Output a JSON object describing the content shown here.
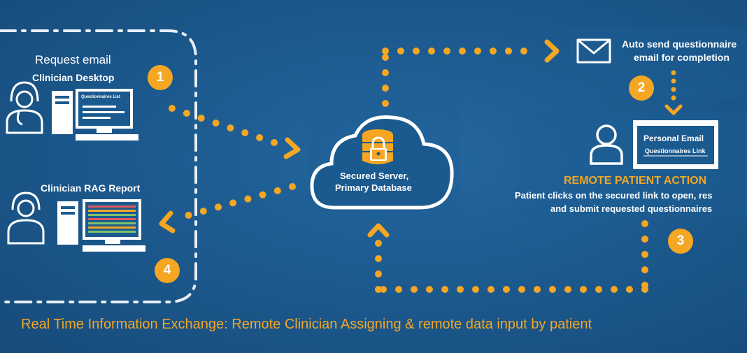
{
  "clinician": {
    "request_email": "Request email",
    "desktop_label": "Clinician Desktop",
    "screen_list_label": "Questionnaires List",
    "rag_report_label": "Clinician RAG Report"
  },
  "server": {
    "line1": "Secured Server,",
    "line2": "Primary Database"
  },
  "email": {
    "line1": "Auto send questionnaire",
    "line2": "email for completion"
  },
  "patient": {
    "email_title": "Personal Email",
    "email_link": "Questionnaires Link",
    "action_title": "REMOTE PATIENT ACTION",
    "action_line1": "Patient clicks on the secured link to open, res",
    "action_line2": "and submit requested questionnaires"
  },
  "steps": [
    "1",
    "2",
    "3",
    "4"
  ],
  "caption": "Real Time Information Exchange: Remote Clinician Assigning & remote data input by patient",
  "colors": {
    "background": "#1d5587",
    "accent": "#f5a623",
    "white": "#ffffff"
  }
}
